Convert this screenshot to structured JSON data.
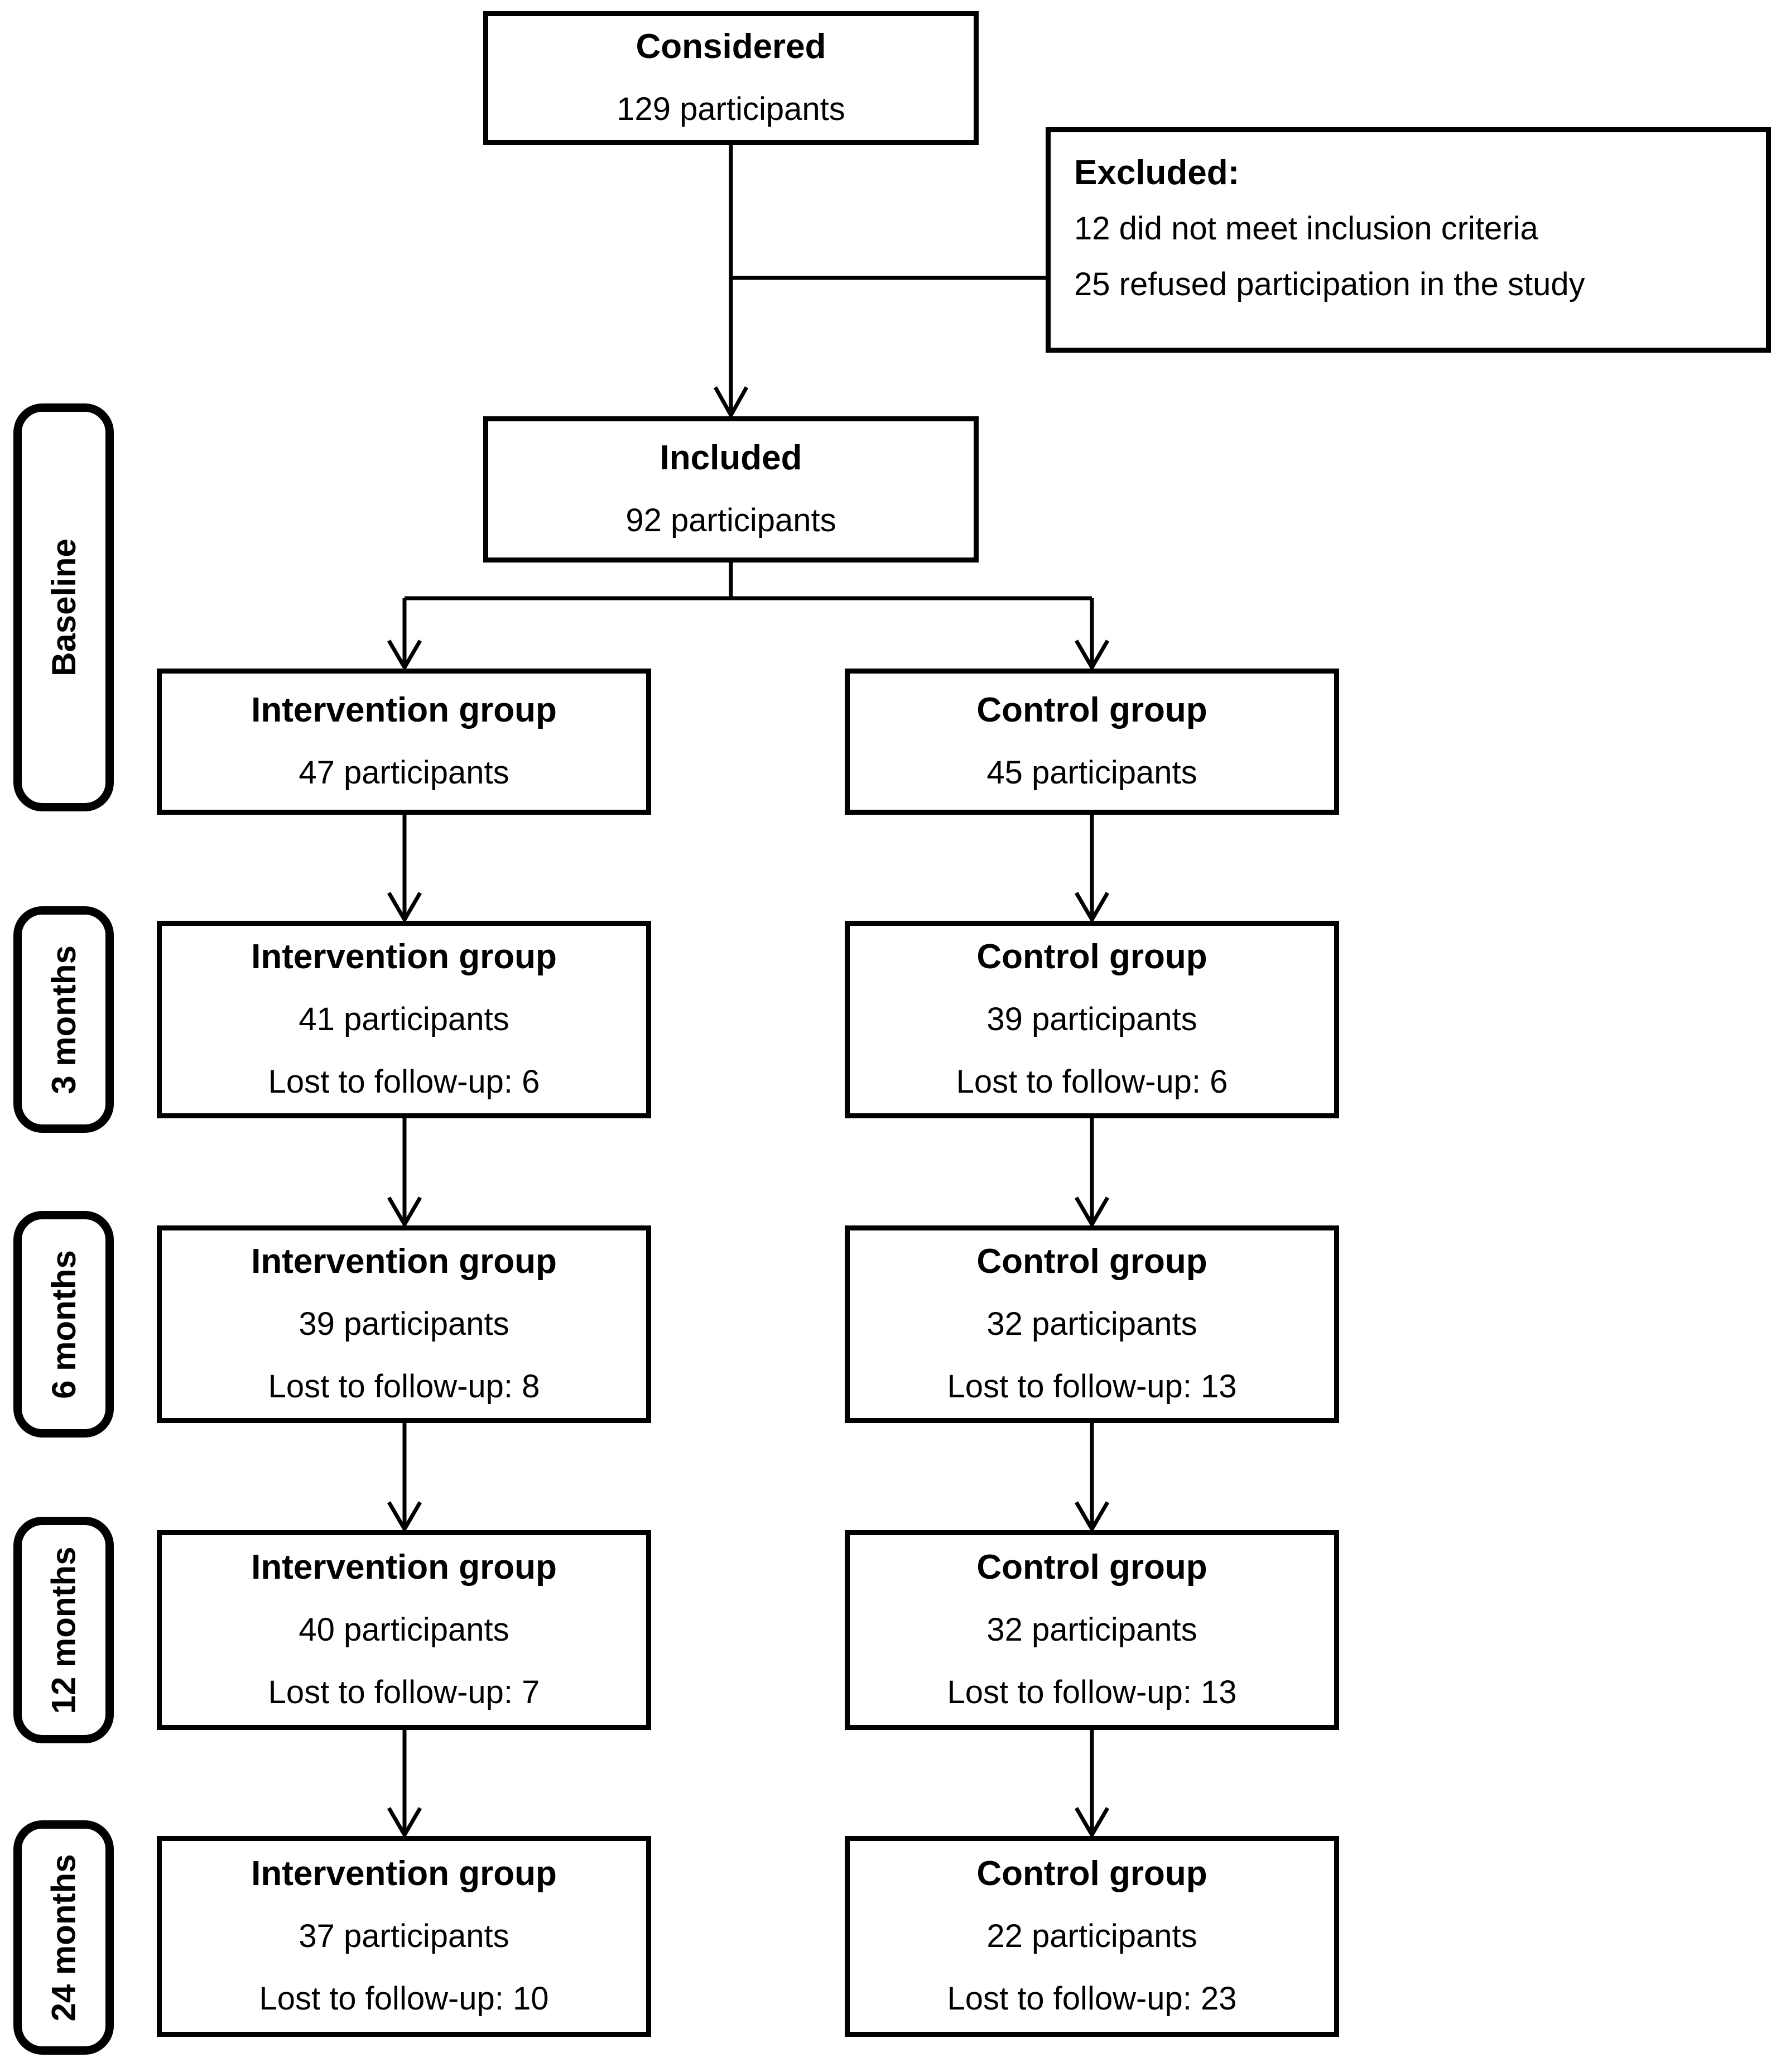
{
  "figure": {
    "considered": {
      "title": "Considered",
      "count": "129 participants"
    },
    "excluded": {
      "title": "Excluded:",
      "reasons": [
        "12 did not meet inclusion criteria",
        "25 refused participation in the study"
      ]
    },
    "included": {
      "title": "Included",
      "count": "92 participants"
    },
    "stages": [
      {
        "label": "Baseline",
        "intervention": {
          "title": "Intervention group",
          "count": "47 participants"
        },
        "control": {
          "title": "Control group",
          "count": "45 participants"
        }
      },
      {
        "label": "3 months",
        "intervention": {
          "title": "Intervention group",
          "count": "41 participants",
          "lost": "Lost to follow-up: 6"
        },
        "control": {
          "title": "Control group",
          "count": "39 participants",
          "lost": "Lost to follow-up: 6"
        }
      },
      {
        "label": "6 months",
        "intervention": {
          "title": "Intervention group",
          "count": "39 participants",
          "lost": "Lost to follow-up: 8"
        },
        "control": {
          "title": "Control group",
          "count": "32 participants",
          "lost": "Lost to follow-up: 13"
        }
      },
      {
        "label": "12 months",
        "intervention": {
          "title": "Intervention group",
          "count": "40 participants",
          "lost": "Lost to  follow-up: 7"
        },
        "control": {
          "title": "Control group",
          "count": "32 participants",
          "lost": "Lost to  follow-up: 13"
        }
      },
      {
        "label": "24 months",
        "intervention": {
          "title": "Intervention group",
          "count": "37 participants",
          "lost": "Lost to follow-up: 10"
        },
        "control": {
          "title": "Control group",
          "count": "22 participants",
          "lost": "Lost to follow-up: 23"
        }
      }
    ]
  }
}
